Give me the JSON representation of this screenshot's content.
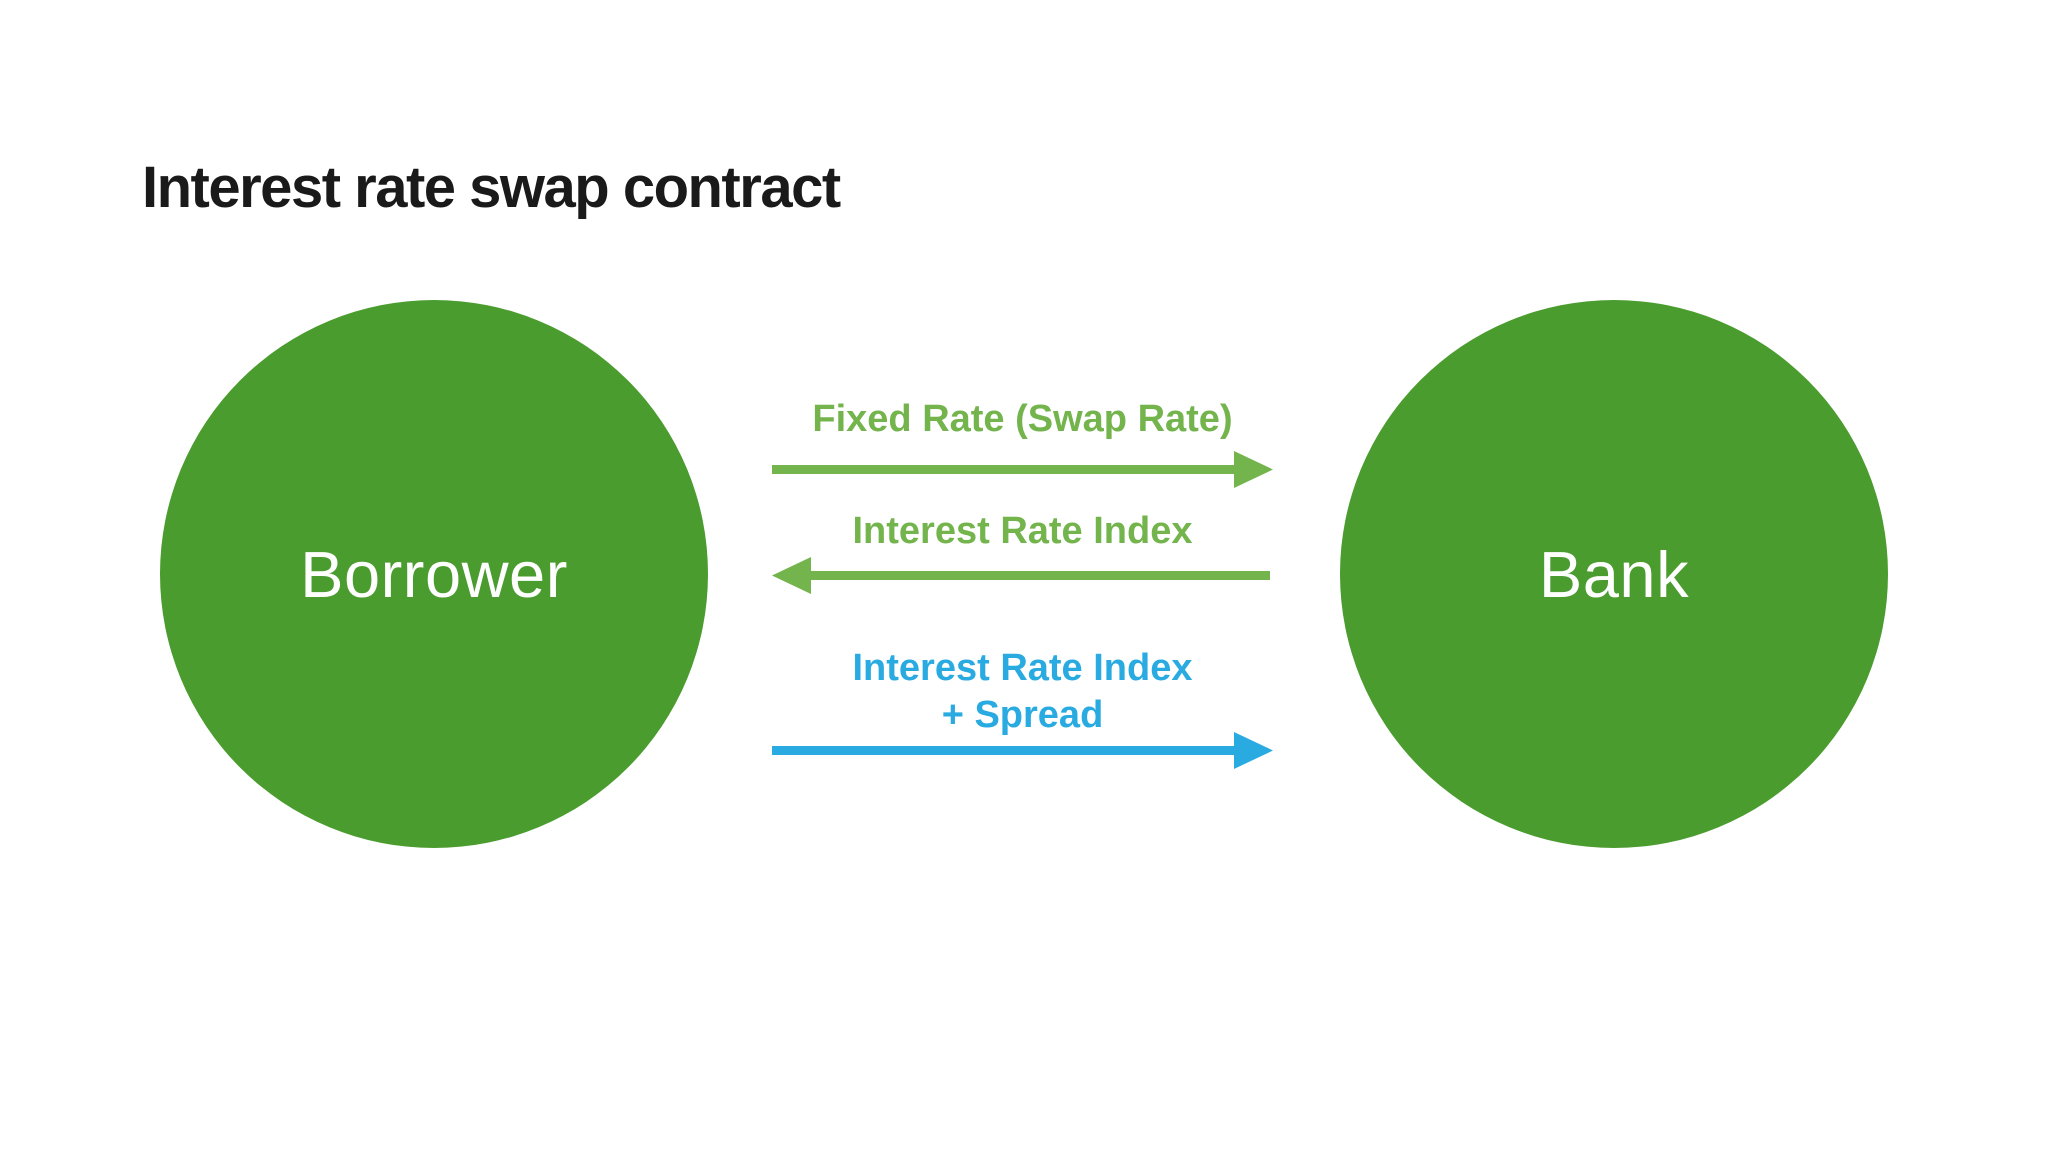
{
  "title": "Interest rate swap contract",
  "colors": {
    "background": "#ffffff",
    "title_color": "#1a1a1a",
    "circle_green": "#4a9c2e",
    "circle_text": "#ffffff",
    "arrow_green": "#74b44d",
    "arrow_blue": "#29abe2"
  },
  "nodes": {
    "left": {
      "label": "Borrower"
    },
    "right": {
      "label": "Bank"
    }
  },
  "flows": [
    {
      "label": "Fixed Rate (Swap Rate)",
      "direction": "right",
      "color": "green"
    },
    {
      "label": "Interest Rate Index",
      "direction": "left",
      "color": "green"
    },
    {
      "label": "Interest Rate Index\n+ Spread",
      "direction": "right",
      "color": "blue"
    }
  ]
}
